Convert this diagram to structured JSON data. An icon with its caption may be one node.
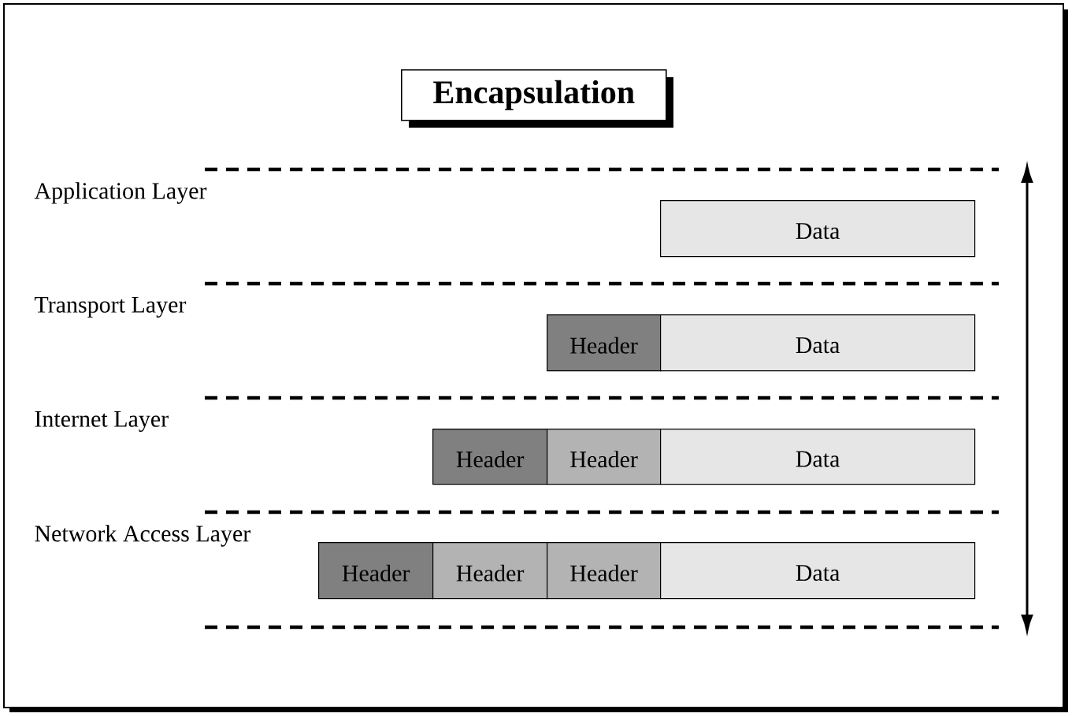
{
  "diagram": {
    "title": "Encapsulation",
    "nodes": [
      {
        "text": [
          "Data"
        ]
      },
      {
        "text": [
          "Header"
        ]
      },
      {
        "text": [
          "Data"
        ]
      },
      {
        "text": [
          "Header"
        ]
      },
      {
        "text": [
          "Header"
        ]
      },
      {
        "text": [
          "Data"
        ]
      },
      {
        "text": [
          "Header"
        ]
      },
      {
        "text": [
          "Header"
        ]
      },
      {
        "text": [
          "Header"
        ]
      },
      {
        "text": [
          "Data"
        ]
      }
    ],
    "labels": [
      "Application Layer",
      "Transport Layer",
      "Internet Layer",
      "Network Access Layer"
    ]
  }
}
